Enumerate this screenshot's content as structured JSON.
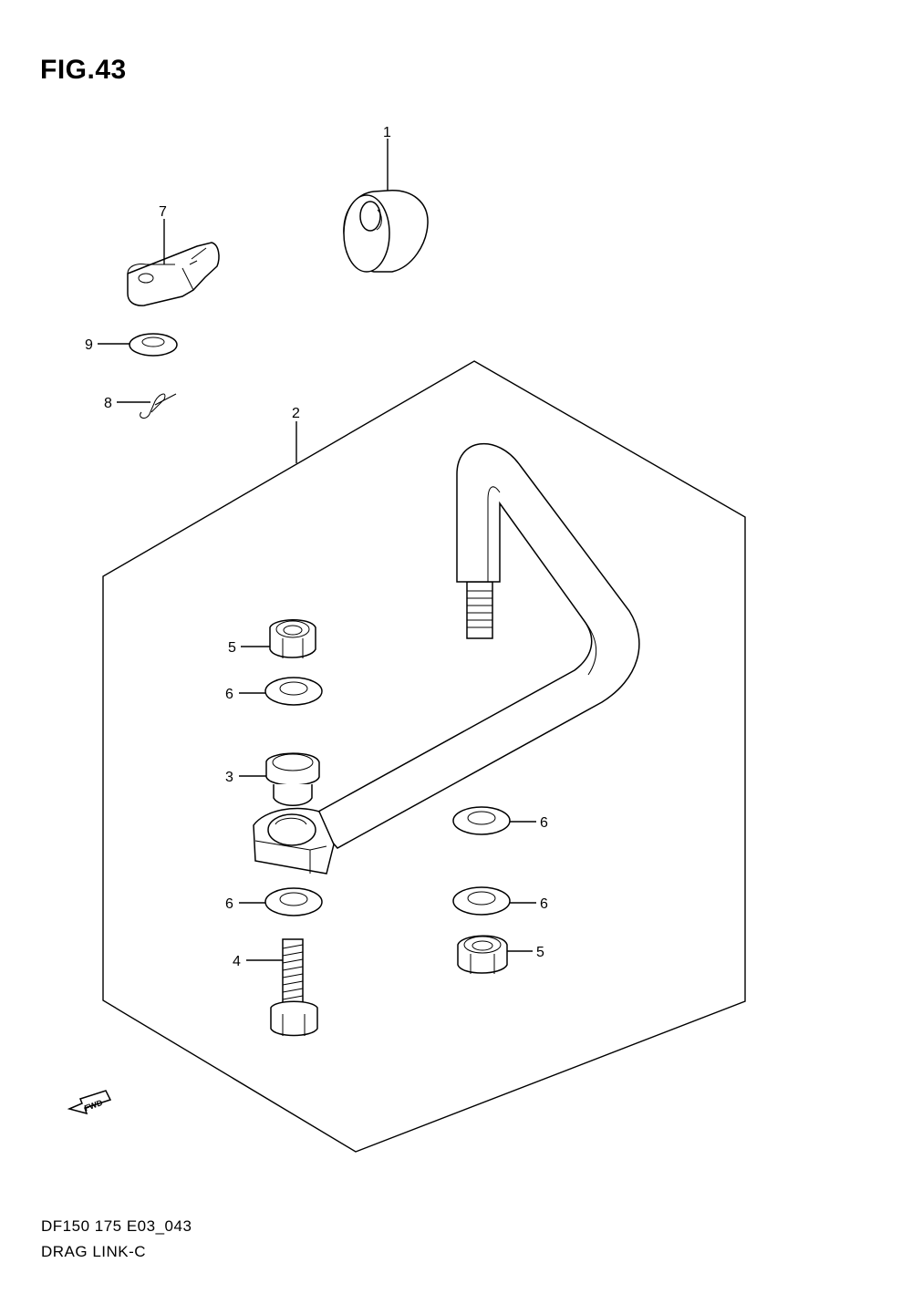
{
  "figure": {
    "title": "FIG.43",
    "code": "DF150 175 E03_043",
    "name": "DRAG LINK-C"
  },
  "callouts": {
    "c1": "1",
    "c2": "2",
    "c3": "3",
    "c4": "4",
    "c5a": "5",
    "c5b": "5",
    "c6a": "6",
    "c6b": "6",
    "c6c": "6",
    "c6d": "6",
    "c7": "7",
    "c8": "8",
    "c9": "9"
  },
  "fwd_label": "FWD"
}
